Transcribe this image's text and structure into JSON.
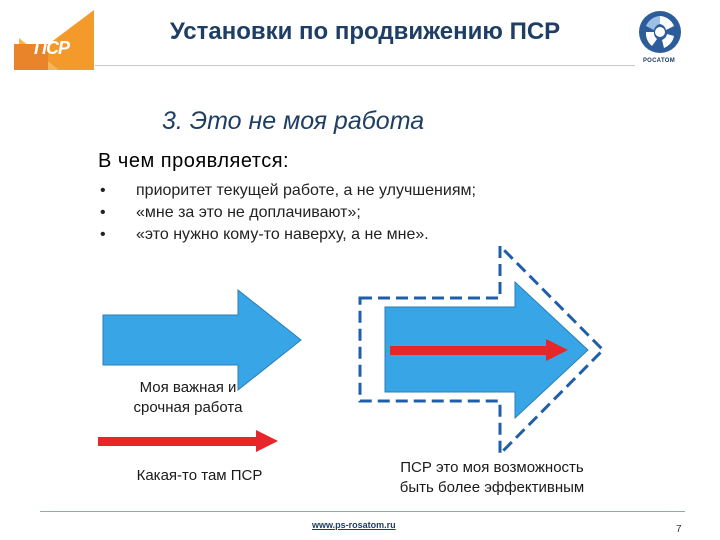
{
  "header": {
    "title": "Установки по продвижению ПСР",
    "left_logo_text": "ПСР",
    "right_logo_text": "РОСАТОМ"
  },
  "slide": {
    "subtitle": "3. Это не моя работа",
    "section_heading": "В чем проявляется:",
    "bullets": [
      "приоритет текущей работе, а не улучшениям;",
      "«мне за это не доплачивают»;",
      "«это нужно кому-то наверху, а не мне»."
    ],
    "bullet_marker": "•"
  },
  "diagram": {
    "left_caption_line1": "Моя важная и",
    "left_caption_line2": "срочная работа",
    "red_arrow_caption": "Какая-то там ПСР",
    "right_caption_line1": "ПСР это моя возможность",
    "right_caption_line2": "быть более эффективным"
  },
  "footer": {
    "link": "www.ps-rosatom.ru",
    "page_number": "7"
  },
  "colors": {
    "title": "#1f3e63",
    "blue_arrow": "#38a6e6",
    "red_arrow": "#e6262a",
    "dashed_outline": "#1f5fa8",
    "logo_orange": "#f39a2b"
  }
}
